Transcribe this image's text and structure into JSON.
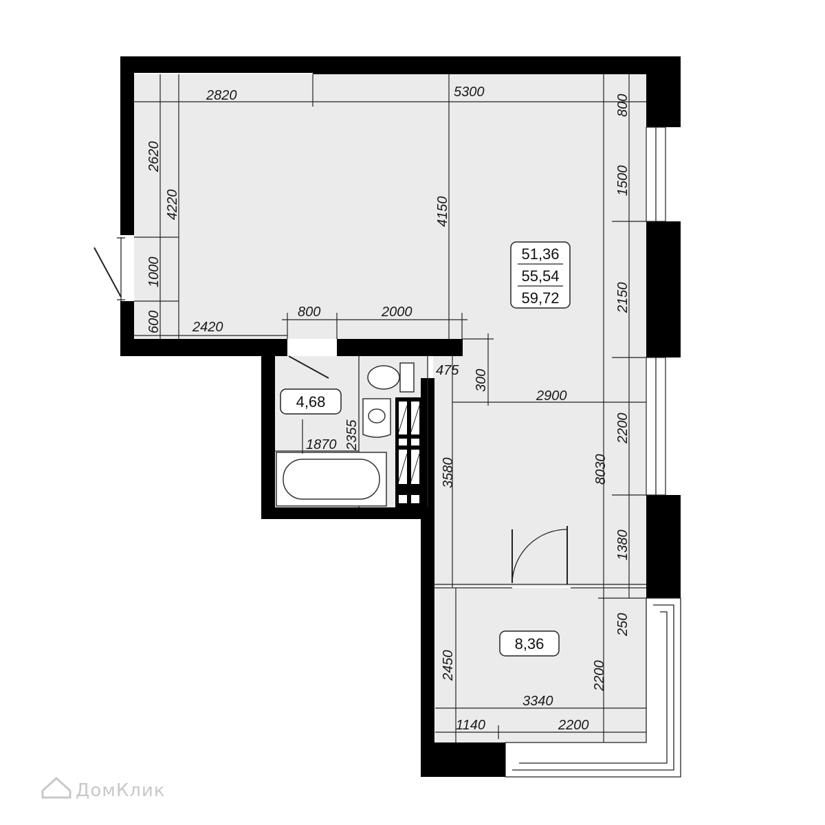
{
  "dimensions": {
    "d2820": "2820",
    "d5300": "5300",
    "d800_top": "800",
    "d2620": "2620",
    "d4220": "4220",
    "d1000": "1000",
    "d600": "600",
    "d2420": "2420",
    "d800_door": "800",
    "d2000": "2000",
    "d4150": "4150",
    "d1500": "1500",
    "d2150": "2150",
    "d475": "475",
    "d300": "300",
    "d2900": "2900",
    "d2355": "2355",
    "d1870": "1870",
    "d3580": "3580",
    "d8030": "8030",
    "d2200_right": "2200",
    "d1380": "1380",
    "d250": "250",
    "d2450": "2450",
    "d2200_balcony": "2200",
    "d3340": "3340",
    "d1140": "1140",
    "d2200_bottom": "2200"
  },
  "areas": {
    "living": "51,36",
    "total": "55,54",
    "with_balcony": "59,72",
    "bathroom": "4,68",
    "balcony": "8,36"
  },
  "watermark": "ДомКлик",
  "colors": {
    "wall": "#000000",
    "floor": "#ebebeb",
    "dimension_text": "#1a1a1a"
  }
}
